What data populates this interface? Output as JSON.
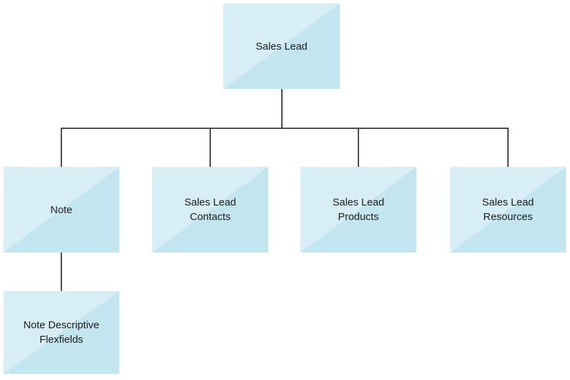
{
  "diagram": {
    "nodes": [
      {
        "id": "sales-lead",
        "label": "Sales Lead"
      },
      {
        "id": "note",
        "label": "Note"
      },
      {
        "id": "sales-lead-contacts",
        "label": "Sales Lead Contacts"
      },
      {
        "id": "sales-lead-products",
        "label": "Sales Lead Products"
      },
      {
        "id": "sales-lead-resources",
        "label": "Sales Lead Resources"
      },
      {
        "id": "note-descriptive-flexfields",
        "label": "Note Descriptive Flexfields"
      }
    ],
    "edges": [
      {
        "from": "Sales Lead",
        "to": "Note"
      },
      {
        "from": "Sales Lead",
        "to": "Sales Lead Contacts"
      },
      {
        "from": "Sales Lead",
        "to": "Sales Lead Products"
      },
      {
        "from": "Sales Lead",
        "to": "Sales Lead Resources"
      },
      {
        "from": "Note",
        "to": "Note Descriptive Flexfields"
      }
    ],
    "colors": {
      "node_fill_light": "#d8eef6",
      "node_fill_dark": "#c3e5ef",
      "connector": "#4a4a4a",
      "text": "#1a1a1a",
      "background": "#ffffff"
    }
  }
}
